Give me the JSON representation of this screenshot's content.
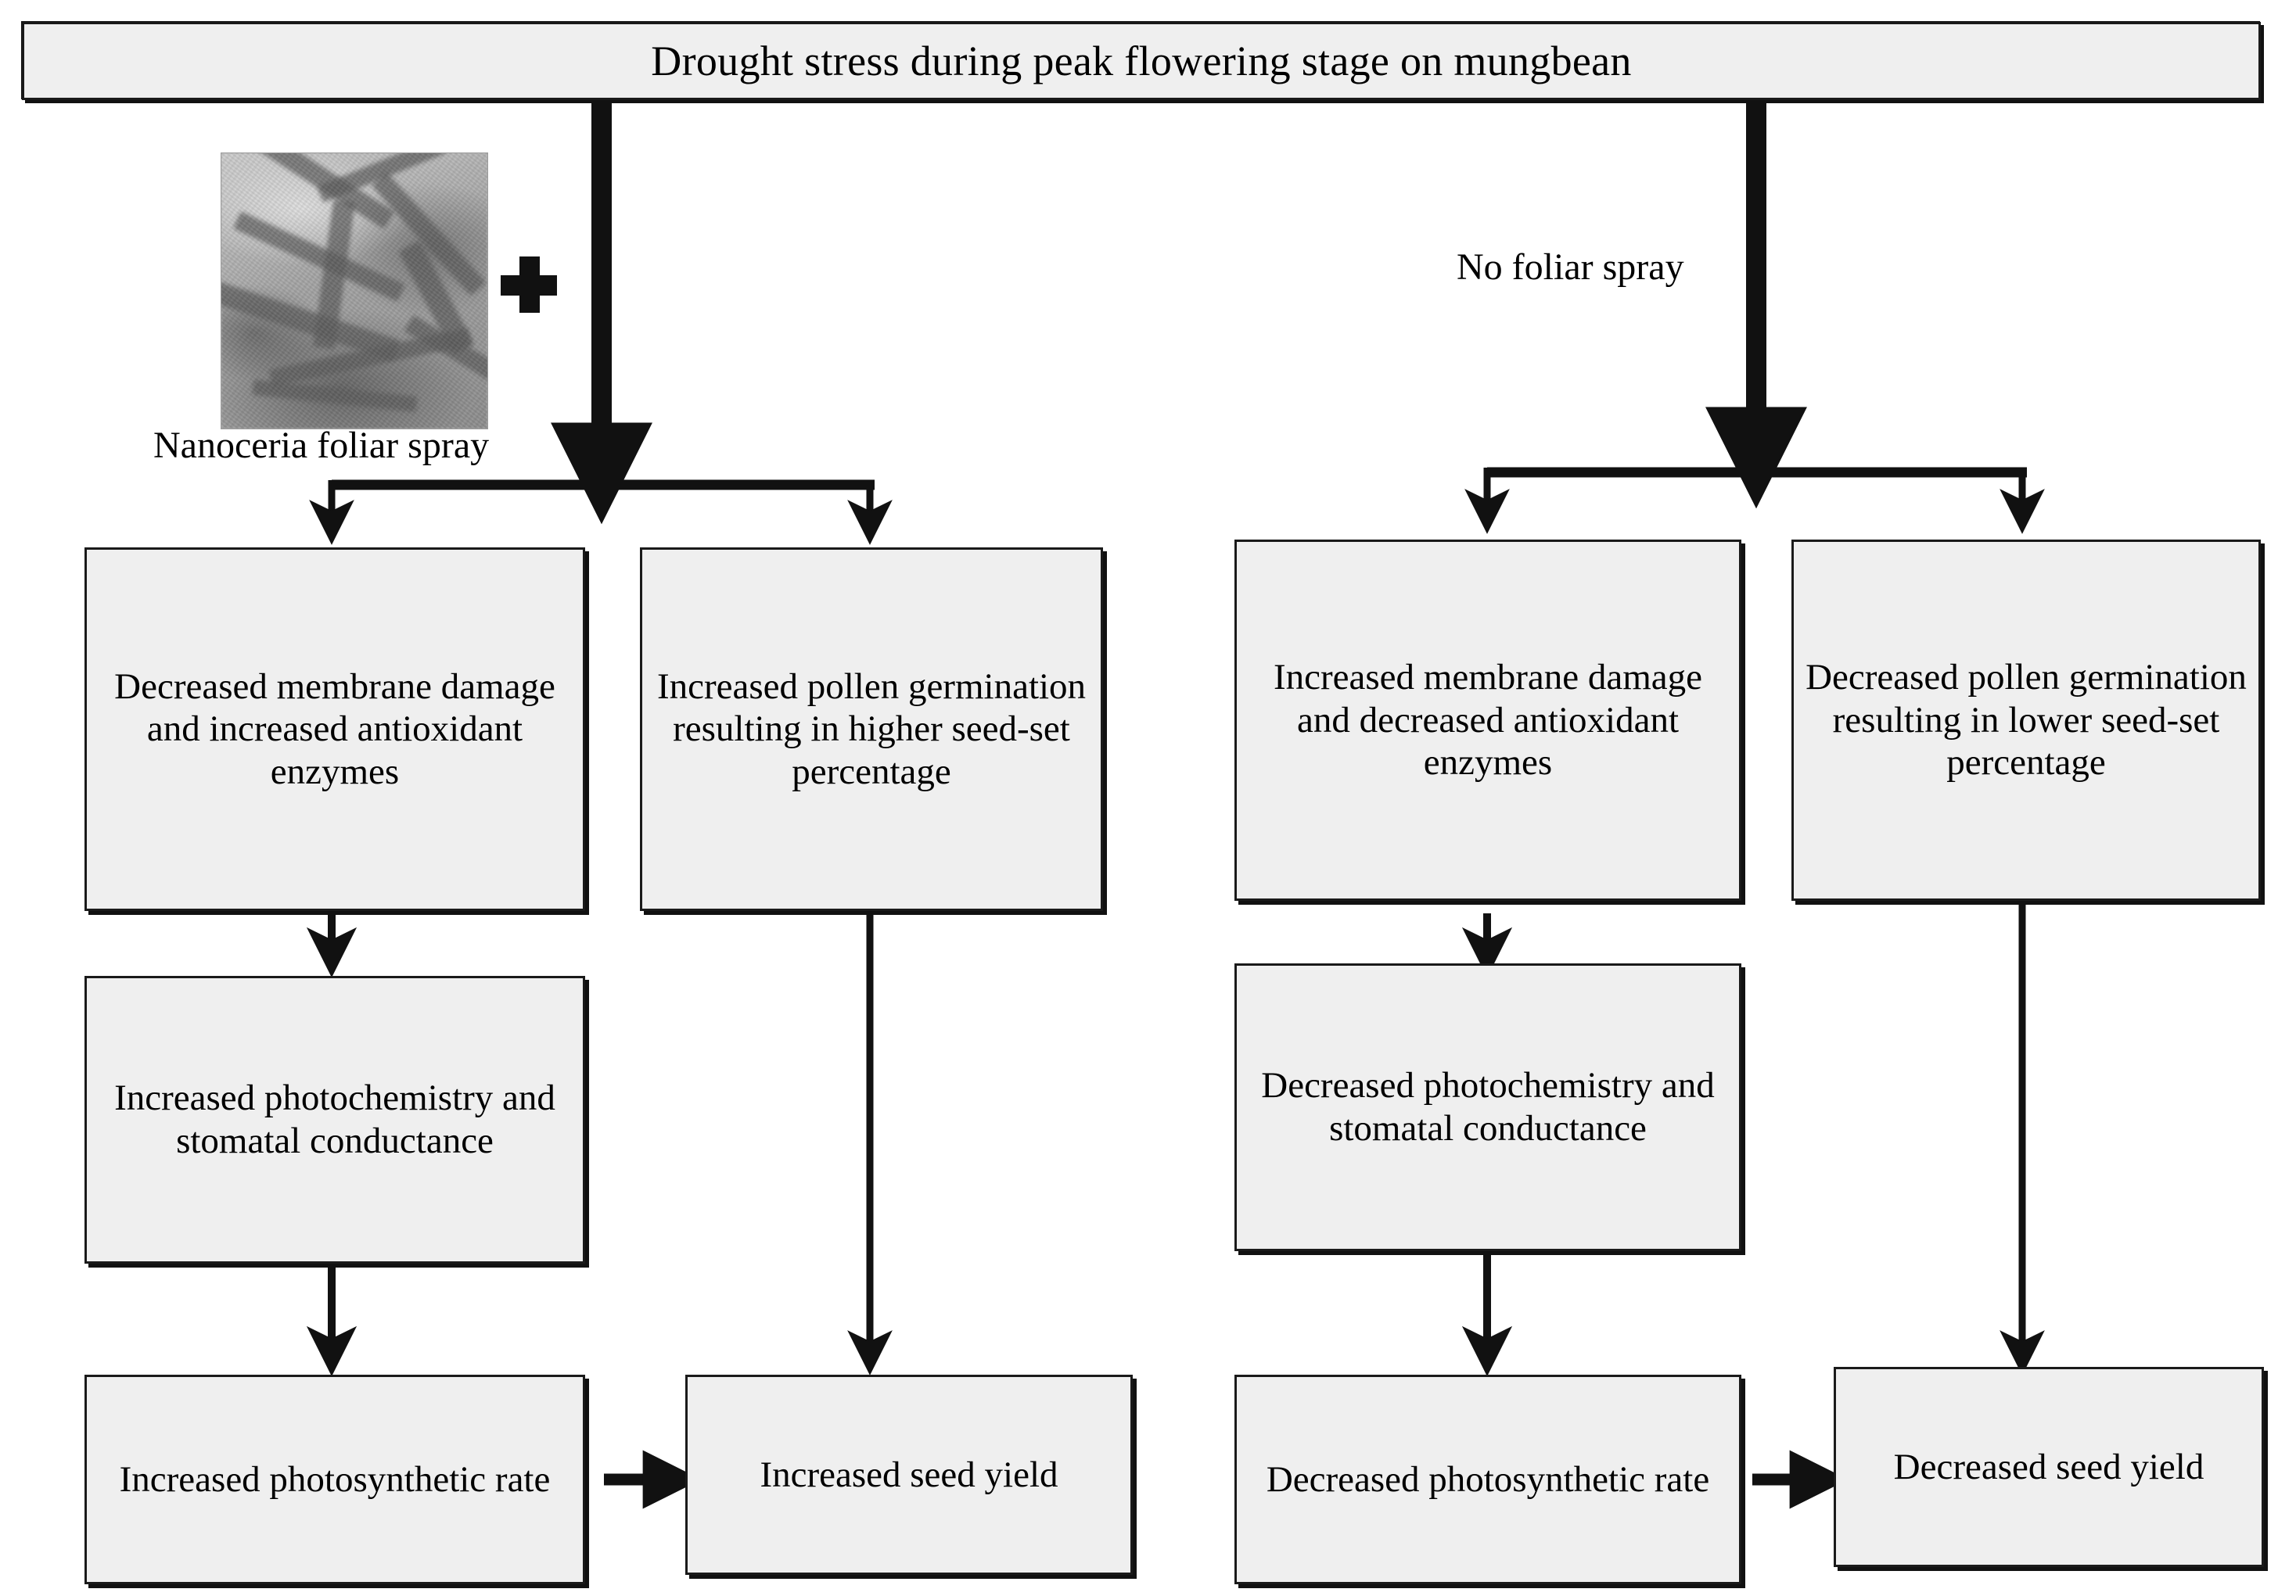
{
  "header": {
    "title": "Drought stress during peak flowering stage on mungbean"
  },
  "branches": {
    "left": {
      "caption": "Nanoceria foliar spray",
      "treatment_icon": "tem-nanoceria-image",
      "combine_icon": "plus-icon"
    },
    "right": {
      "caption": "No foliar spray"
    }
  },
  "nodes": {
    "left_membrane": "Decreased membrane damage and increased antioxidant enzymes",
    "left_pollen": "Increased pollen germination resulting in higher seed-set percentage",
    "left_photochem": "Increased photochemistry and stomatal conductance",
    "left_photosynth": "Increased photosynthetic rate",
    "left_yield": "Increased seed yield",
    "right_membrane": "Increased membrane damage and decreased antioxidant enzymes",
    "right_pollen": "Decreased pollen germination resulting in lower seed-set percentage",
    "right_photochem": "Decreased photochemistry and stomatal conductance",
    "right_photosynth": "Decreased photosynthetic rate",
    "right_yield": "Decreased seed yield"
  },
  "colors": {
    "box_fill": "#efefef",
    "box_border": "#1a1a1a",
    "arrow": "#111111",
    "background": "#ffffff"
  }
}
